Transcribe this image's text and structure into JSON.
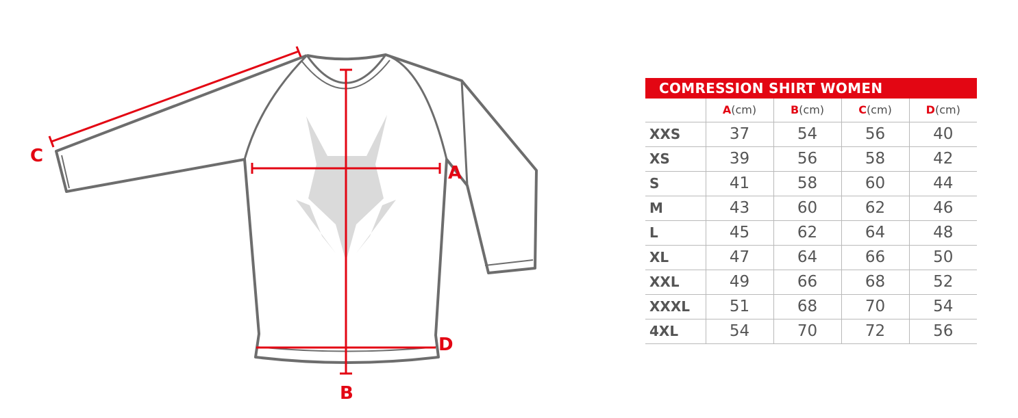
{
  "table": {
    "title": "COMRESSION SHIRT WOMEN",
    "columns": [
      {
        "letter": "A",
        "unit": "(cm)"
      },
      {
        "letter": "B",
        "unit": "(cm)"
      },
      {
        "letter": "C",
        "unit": "(cm)"
      },
      {
        "letter": "D",
        "unit": "(cm)"
      }
    ],
    "rows": [
      {
        "size": "XXS",
        "values": [
          "37",
          "54",
          "56",
          "40"
        ]
      },
      {
        "size": "XS",
        "values": [
          "39",
          "56",
          "58",
          "42"
        ]
      },
      {
        "size": "S",
        "values": [
          "41",
          "58",
          "60",
          "44"
        ]
      },
      {
        "size": "M",
        "values": [
          "43",
          "60",
          "62",
          "46"
        ]
      },
      {
        "size": "L",
        "values": [
          "45",
          "62",
          "64",
          "48"
        ]
      },
      {
        "size": "XL",
        "values": [
          "47",
          "64",
          "66",
          "50"
        ]
      },
      {
        "size": "XXL",
        "values": [
          "49",
          "66",
          "68",
          "52"
        ]
      },
      {
        "size": "XXXL",
        "values": [
          "51",
          "68",
          "70",
          "54"
        ]
      },
      {
        "size": "4XL",
        "values": [
          "54",
          "70",
          "72",
          "56"
        ]
      }
    ]
  },
  "diagram": {
    "markers": {
      "a": "A",
      "b": "B",
      "c": "C",
      "d": "D"
    },
    "accent_color": "#e30613",
    "outline_color": "#6d6d6d",
    "logo_icon": "wolf-head-icon"
  }
}
